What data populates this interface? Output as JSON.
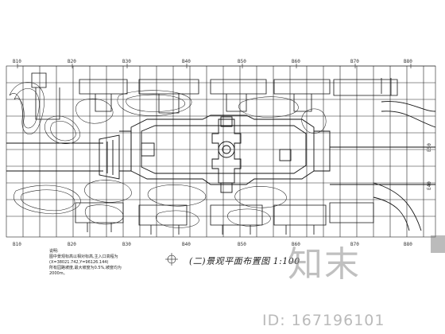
{
  "plan": {
    "column_labels": [
      "B10",
      "B20",
      "B30",
      "B40",
      "B50",
      "B60",
      "B70",
      "B80"
    ],
    "row_labels": [
      "E50",
      "E40"
    ],
    "title": "(二)景观平面布置图 1:100",
    "notes": [
      "说明:",
      "图中景观标高以相对标高,主入口高程为",
      "(X=38021.742,Y=96126.144)",
      "所有园路坡度,最大坡度为0.5%,坡度均为",
      "2000m。"
    ]
  },
  "watermark": {
    "logo_text": "知末",
    "id_text": "ID: 167196101"
  }
}
